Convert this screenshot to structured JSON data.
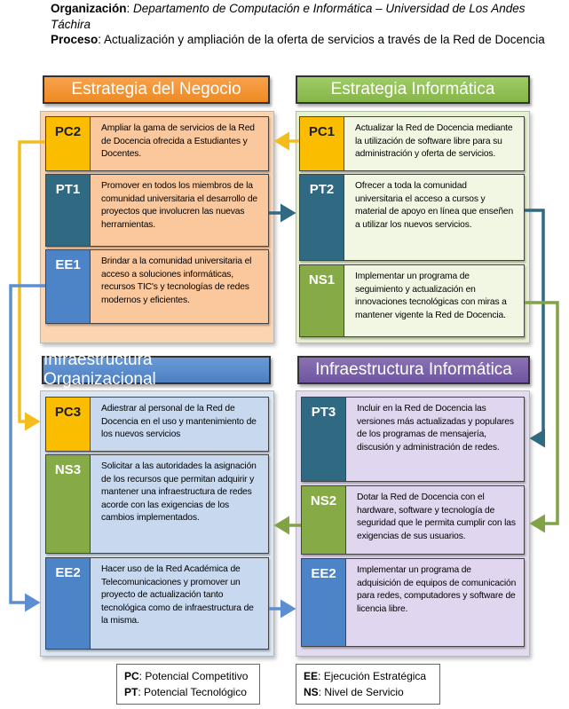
{
  "header": {
    "org_label": "Organización",
    "org_value": "Departamento de Computación e Informática – Universidad de Los Andes Táchira",
    "proc_label": "Proceso",
    "proc_value": "Actualización y ampliación de la oferta de servicios a través de la Red de Docencia"
  },
  "quadrants": {
    "negocio": "Estrategia del Negocio",
    "informatica": "Estrategia Informática",
    "org": "Infraestructura Organizacional",
    "infra": "Infraestructura Informática"
  },
  "cards": {
    "pc2": {
      "code": "PC2",
      "text": "Ampliar la gama de servicios de la Red de Docencia ofrecida a Estudiantes y Docentes."
    },
    "pt1": {
      "code": "PT1",
      "text": "Promover en todos los miembros de la comunidad universitaria el desarrollo de proyectos que involucren las nuevas herramientas."
    },
    "ee1": {
      "code": "EE1",
      "text": "Brindar a la comunidad universitaria el acceso a soluciones informáticas, recursos TIC's y tecnologías de redes modernos y eficientes."
    },
    "pc1": {
      "code": "PC1",
      "text": "Actualizar la Red de Docencia mediante la utilización de software libre para su administración y oferta de servicios."
    },
    "pt2": {
      "code": "PT2",
      "text": "Ofrecer a toda la comunidad universitaria el acceso a cursos y material de apoyo en línea que enseñen a utilizar los nuevos servicios."
    },
    "ns1": {
      "code": "NS1",
      "text": "Implementar un programa de seguimiento y actualización en innovaciones tecnológicas con miras a mantener vigente la Red de Docencia."
    },
    "pc3": {
      "code": "PC3",
      "text": "Adiestrar al personal de la Red de Docencia en el uso y mantenimiento de los nuevos servicios"
    },
    "ns3": {
      "code": "NS3",
      "text": "Solicitar a las autoridades la asignación de los recursos que permitan adquirir y mantener una infraestructura de redes acorde con las exigencias de los cambios implementados."
    },
    "ee2_org": {
      "code": "EE2",
      "text": "Hacer uso de la Red Académica de Telecomunicaciones y promover un proyecto de actualización tanto tecnológica como de infraestructura de la misma."
    },
    "pt3": {
      "code": "PT3",
      "text": "Incluir en la Red de Docencia las versiones más actualizadas y populares de los programas de mensajería, discusión y administración de redes."
    },
    "ns2": {
      "code": "NS2",
      "text": "Dotar la Red de Docencia con el hardware, software y tecnología de seguridad que le permita cumplir con las exigencias de sus usuarios."
    },
    "ee2_inf": {
      "code": "EE2",
      "text": "Implementar un programa de adquisición de equipos de comunicación para redes, computadores y software de licencia libre."
    }
  },
  "legend": {
    "pc_abbr": "PC",
    "pc_text": "Potencial Competitivo",
    "pt_abbr": "PT",
    "pt_text": "Potencial Tecnológico",
    "ee_abbr": "EE",
    "ee_text": "Ejecución Estratégica",
    "ns_abbr": "NS",
    "ns_text": "Nivel de Servicio"
  },
  "colors": {
    "pc": "#fbbd00",
    "pt": "#2f6a82",
    "ee": "#4d84c8",
    "ns": "#86ab46"
  }
}
